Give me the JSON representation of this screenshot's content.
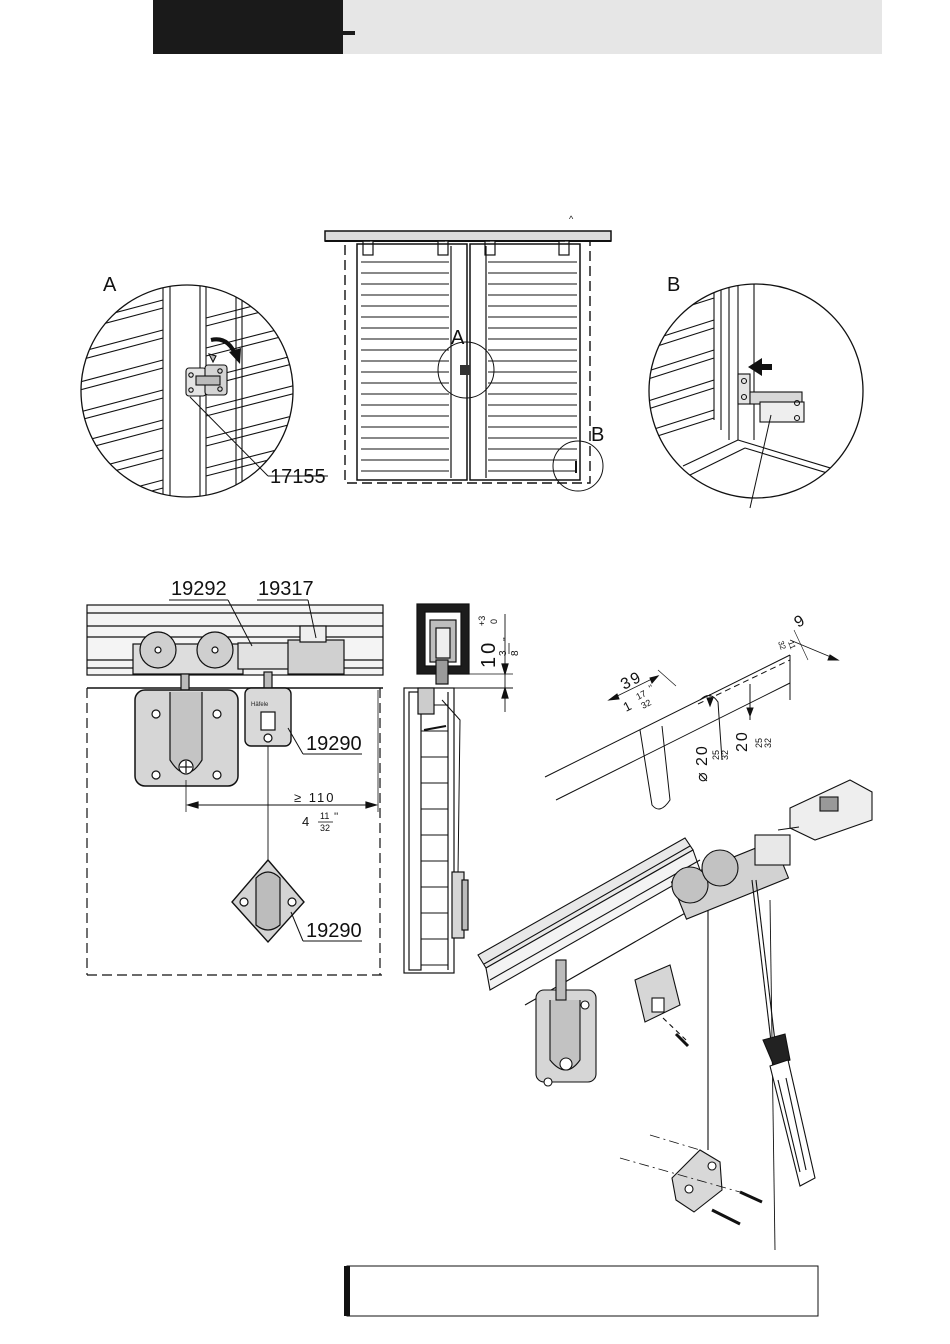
{
  "detail_a": {
    "letter": "A",
    "part": "17155"
  },
  "detail_b": {
    "letter": "B"
  },
  "overview": {
    "marker_a": "A",
    "marker_b": "B"
  },
  "front_view": {
    "part_guide": "19292",
    "part_stop": "19317",
    "part_clip": "19290",
    "part_handle": "19290",
    "distance_mm": "≥ 110",
    "distance_in_whole": "4",
    "distance_in_num": "11",
    "distance_in_den": "32",
    "distance_in_mark": "''"
  },
  "section_view": {
    "gap_mm": "10",
    "tol_plus": "+3",
    "tol_minus": "0",
    "gap_in_num": "3",
    "gap_in_den": "8",
    "gap_in_mark": "''"
  },
  "cutout": {
    "length_mm": "39",
    "length_in_whole": "1",
    "length_in_num": "17",
    "length_in_den": "32",
    "diameter_mm": "20",
    "diameter_in_num": "25",
    "diameter_in_den": "32",
    "height_mm": "20",
    "height_in_num": "25",
    "height_in_den": "32",
    "offset_mm": "9",
    "offset_in_num": "11",
    "offset_in_den": "32",
    "inch_mark": "''"
  }
}
